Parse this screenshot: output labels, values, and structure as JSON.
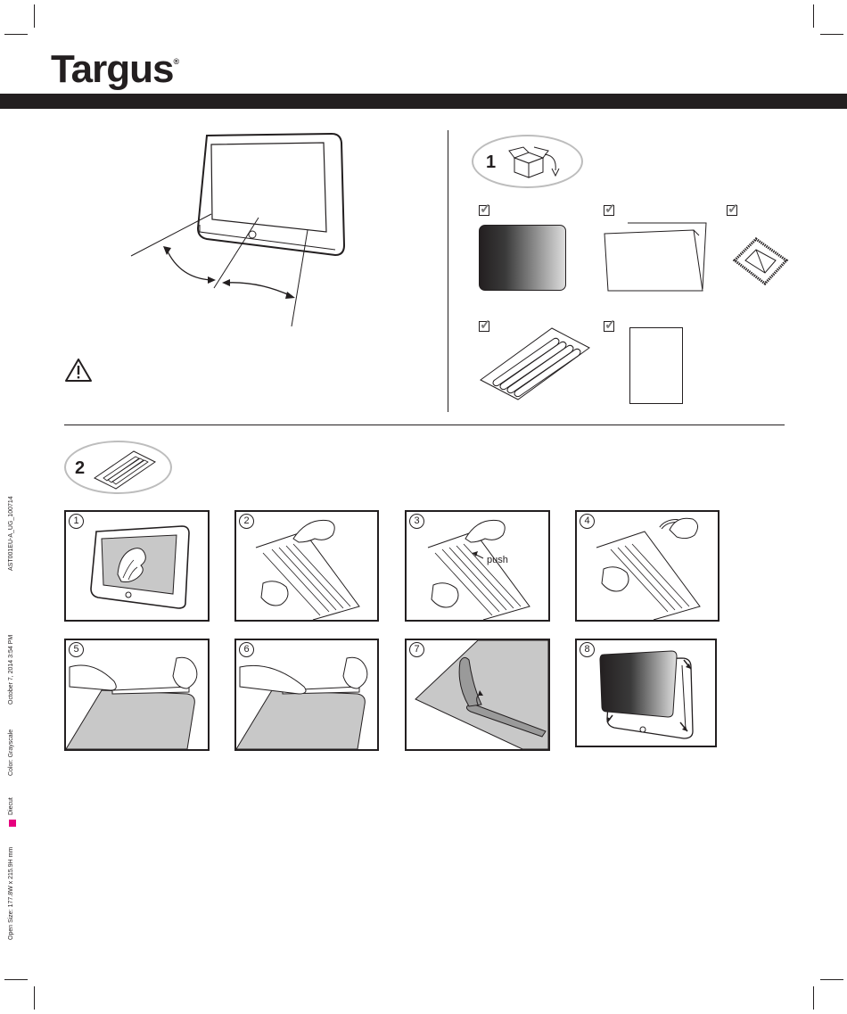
{
  "brand": {
    "logo_text": "Targus",
    "registered_mark": "®"
  },
  "colors": {
    "band": "#231f20",
    "cutmark": "#e6007e",
    "screen_gray": "#c8c8c8",
    "oval_border": "#bdbdbd"
  },
  "sections": {
    "contents": {
      "step_number": "1",
      "icon": "open-box-icon",
      "item_icons": [
        "privacy-filter-icon",
        "guide-card-icon",
        "cleaning-cloth-icon",
        "adhesive-tabs-icon",
        "instruction-sheet-icon"
      ]
    },
    "install": {
      "step_number": "2",
      "icon": "adhesive-tabs-icon"
    }
  },
  "steps": [
    {
      "number": "1",
      "icon": "wipe-screen-icon"
    },
    {
      "number": "2",
      "icon": "peel-tab-icon"
    },
    {
      "number": "3",
      "icon": "push-tab-icon",
      "label": "push"
    },
    {
      "number": "4",
      "icon": "remove-tab-icon"
    },
    {
      "number": "5",
      "icon": "place-tab-icon"
    },
    {
      "number": "6",
      "icon": "press-tab-icon"
    },
    {
      "number": "7",
      "icon": "fold-tab-icon"
    },
    {
      "number": "8",
      "icon": "attach-filter-icon"
    }
  ],
  "warning_icon": "warning-icon",
  "slug": {
    "job": "AST001EU-A_UG_100714",
    "date": "October 7, 2014 3:54 PM",
    "color": "Color: Grayscale",
    "diecut": "Diecut",
    "size": "Open Size: 177.8W x 215.9H mm"
  }
}
